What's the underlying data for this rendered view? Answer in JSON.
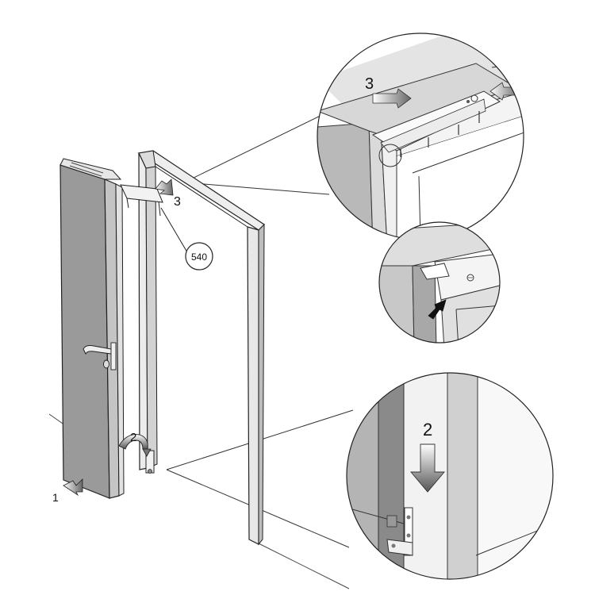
{
  "labels": {
    "step1": "1",
    "step2_main": "2",
    "step3_main": "3",
    "step3_detail": "3",
    "step2_detail": "2",
    "part_number": "540"
  },
  "colors": {
    "door_panel": "#9a9a9a",
    "frame_light": "#eeeeee",
    "frame_mid": "#c8c8c8",
    "frame_dark": "#7a7a7a",
    "detail_bg": "#e6e6e6",
    "outline": "#222222",
    "arrow_fill": "#6f6f6f"
  }
}
